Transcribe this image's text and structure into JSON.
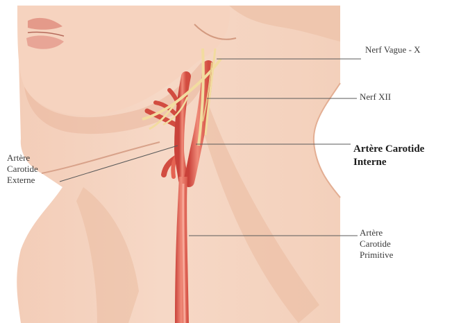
{
  "labels": {
    "nerf_vague": "Nerf Vague - X",
    "nerf_xii": "Nerf XII",
    "carotide_interne": "Artère Carotide\nInterne",
    "carotide_externe": "Artère\nCarotide\nExterne",
    "carotide_primitive": "Artère\nCarotide\nPrimitive"
  },
  "colors": {
    "skin_light": "#f7dccb",
    "skin_mid": "#eec2a8",
    "skin_shadow": "#dea68a",
    "artery": "#e56352",
    "artery_dark": "#c9423a",
    "artery_light": "#f4907f",
    "nerf": "#f2dca0",
    "leader_line": "#5a5a5a"
  }
}
